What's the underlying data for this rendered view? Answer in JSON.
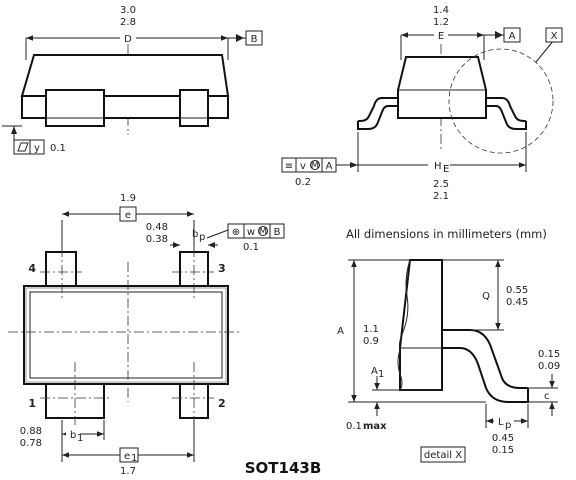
{
  "title": "SOT143B",
  "note": "All dimensions in millimeters (mm)",
  "detail_label": "detail X",
  "callout_x": "X",
  "top_view": {
    "D_max": "3.0",
    "D_min": "2.8",
    "D_label": "D",
    "datum_B": "B",
    "flatness_sym": "⏥",
    "flatness_ref": "y",
    "flatness_val": "0.1"
  },
  "side_view": {
    "E_max": "1.4",
    "E_min": "1.2",
    "E_label": "E",
    "datum_A": "A",
    "HE_label": "H",
    "HE_sub": "E",
    "HE_max": "2.5",
    "HE_min": "2.1",
    "tol_sym": "≡",
    "tol_ref": "v",
    "tol_mod": "M",
    "tol_datum": "A",
    "tol_val": "0.2"
  },
  "bottom_view": {
    "e_val": "1.9",
    "e_label": "e",
    "bp_label": "b",
    "bp_sub": "p",
    "bp_max": "0.48",
    "bp_min": "0.38",
    "pos_sym": "⊕",
    "pos_ref": "w",
    "pos_mod": "M",
    "pos_datum": "B",
    "pos_val": "0.1",
    "b1_label": "b",
    "b1_sub": "1",
    "b1_max": "0.88",
    "b1_min": "0.78",
    "e1_label": "e",
    "e1_sub": "1",
    "e1_val": "1.7",
    "pin1": "1",
    "pin2": "2",
    "pin3": "3",
    "pin4": "4"
  },
  "detail_view": {
    "Q_label": "Q",
    "Q_max": "0.55",
    "Q_min": "0.45",
    "A_label": "A",
    "A_max": "1.1",
    "A_min": "0.9",
    "A1_label": "A",
    "A1_sub": "1",
    "A1_val": "0.1",
    "A1_max_word": "max",
    "c_label": "c",
    "c_max": "0.15",
    "c_min": "0.09",
    "Lp_label": "L",
    "Lp_sub": "p",
    "Lp_max": "0.45",
    "Lp_min": "0.15"
  }
}
